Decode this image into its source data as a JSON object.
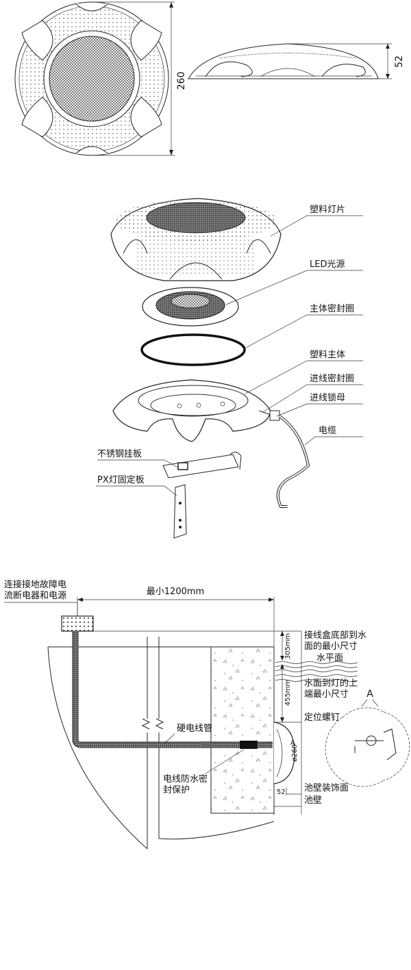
{
  "top_drawing": {
    "diameter_label": "260",
    "height_label": "52"
  },
  "exploded_view": {
    "parts": [
      {
        "label": "塑料灯片"
      },
      {
        "label": "LED光源"
      },
      {
        "label": "主体密封圈"
      },
      {
        "label": "塑料主体"
      },
      {
        "label": "进线密封圈"
      },
      {
        "label": "进线锁母"
      },
      {
        "label": "电缆"
      },
      {
        "label": "不锈钢挂板"
      },
      {
        "label": "PX灯固定板"
      }
    ]
  },
  "installation": {
    "junction_label_line1": "连接接地故障电",
    "junction_label_line2": "流断电器和电源",
    "min_distance": "最小1200mm",
    "box_to_water_line1": "接线盒底部到水",
    "box_to_water_line2": "面的最小尺寸",
    "dim_305": "305mm",
    "water_level": "水平面",
    "water_to_lamp_line1": "水面到灯的上",
    "water_to_lamp_line2": "端最小尺寸",
    "dim_455": "455mm",
    "positioning_screw": "定位螺钉",
    "hard_conduit": "硬电线管",
    "seal_line1": "电线防水密",
    "seal_line2": "封保护",
    "dim_260": "ø260",
    "dim_52": "52",
    "wall_finish": "池壁装饰面",
    "pool_wall": "池壁",
    "detail_label": "A",
    "section_label": "A"
  }
}
